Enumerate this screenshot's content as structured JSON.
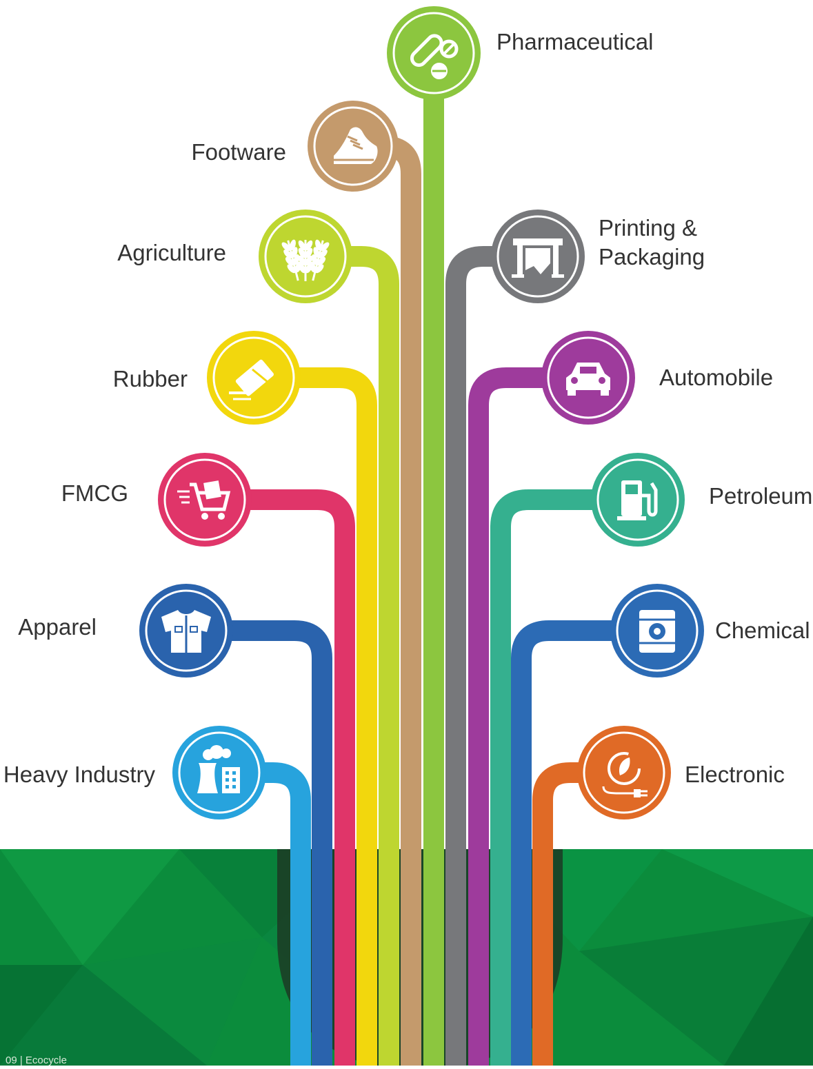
{
  "branches": [
    {
      "id": "pharmaceutical",
      "label": [
        "Pharmaceutical"
      ],
      "color": "#8cc63f",
      "icon": "pill-capsule-icon",
      "side": "center"
    },
    {
      "id": "footware",
      "label": [
        "Footware"
      ],
      "color": "#c49a6c",
      "icon": "running-shoe-icon",
      "side": "left"
    },
    {
      "id": "printing-packaging",
      "label": [
        "Printing &",
        "Packaging"
      ],
      "color": "#77787b",
      "icon": "printing-press-icon",
      "side": "right"
    },
    {
      "id": "agriculture",
      "label": [
        "Agriculture"
      ],
      "color": "#bed630",
      "icon": "wheat-icon",
      "side": "left"
    },
    {
      "id": "automobile",
      "label": [
        "Automobile"
      ],
      "color": "#9e3b9c",
      "icon": "car-icon",
      "side": "right"
    },
    {
      "id": "rubber",
      "label": [
        "Rubber"
      ],
      "color": "#f2d70d",
      "icon": "eraser-icon",
      "side": "left"
    },
    {
      "id": "petroleum",
      "label": [
        "Petroleum"
      ],
      "color": "#35b08f",
      "icon": "fuel-pump-icon",
      "side": "right"
    },
    {
      "id": "fmcg",
      "label": [
        "FMCG"
      ],
      "color": "#e03569",
      "icon": "shopping-cart-icon",
      "side": "left"
    },
    {
      "id": "chemical",
      "label": [
        "Chemical"
      ],
      "color": "#2c6bb5",
      "icon": "chemical-barrel-icon",
      "side": "right"
    },
    {
      "id": "apparel",
      "label": [
        "Apparel"
      ],
      "color": "#2a63ad",
      "icon": "shirt-icon",
      "side": "left"
    },
    {
      "id": "electronic",
      "label": [
        "Electronic"
      ],
      "color": "#e06a26",
      "icon": "electric-plug-icon",
      "side": "right"
    },
    {
      "id": "heavy-industry",
      "label": [
        "Heavy Industry"
      ],
      "color": "#27a3dd",
      "icon": "factory-icon",
      "side": "left"
    }
  ],
  "ground_color": "#0b8c3c",
  "footer": "09  |  Ecocycle"
}
